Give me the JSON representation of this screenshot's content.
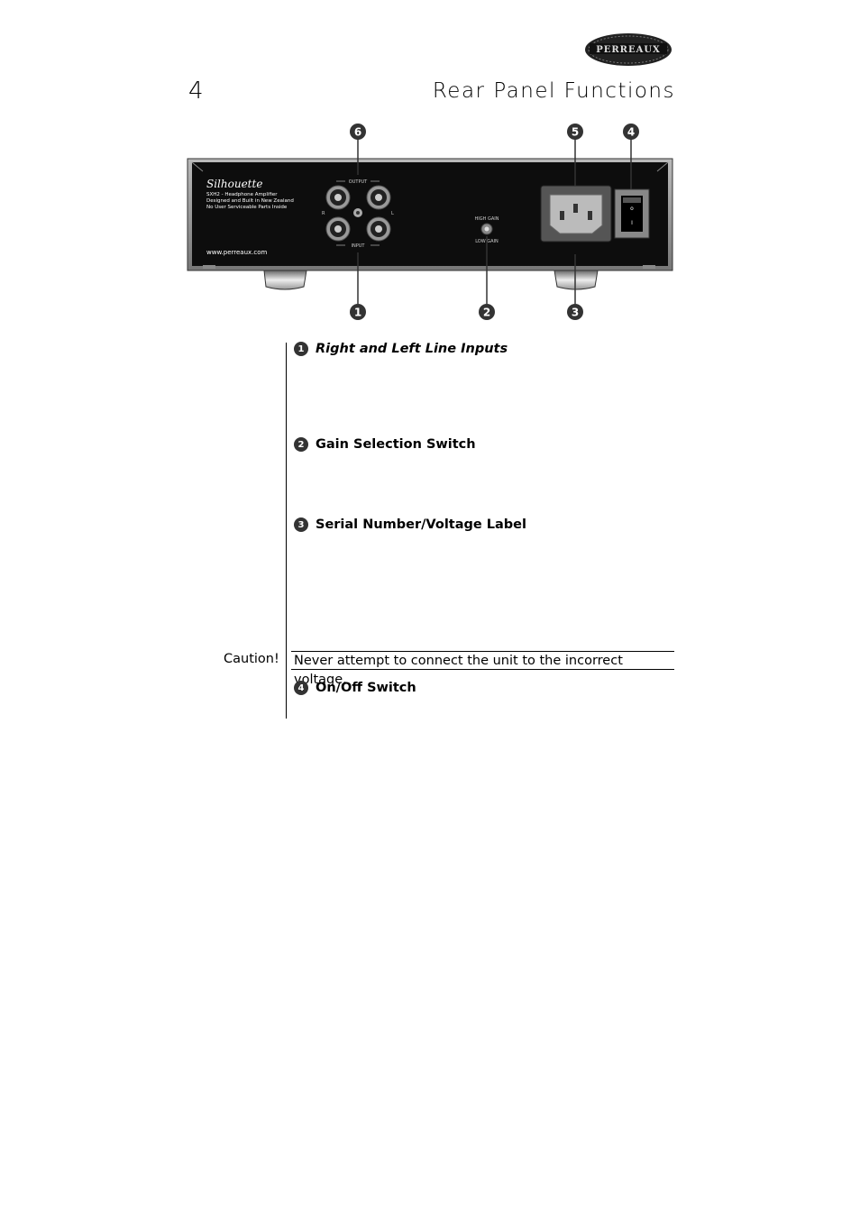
{
  "header": {
    "logo_text": "PERREAUX",
    "page_number": "4",
    "title": "Rear Panel Functions"
  },
  "figure": {
    "callouts": [
      "1",
      "2",
      "3",
      "4",
      "5",
      "6"
    ],
    "brand_script": "Silhouette",
    "model_line": "SXH2 - Headphone Amplifier",
    "made_line": "Designed and Built in New Zealand",
    "warning_line": "No User Serviceable Parts Inside",
    "website": "www.perreaux.com",
    "output_label": "OUTPUT",
    "input_label": "INPUT",
    "r_label": "R",
    "l_label": "L",
    "high_gain": "HIGH GAIN",
    "low_gain": "LOW GAIN",
    "switch_off": "o",
    "switch_on": "I"
  },
  "sections": [
    {
      "number": "1",
      "title": "Right and Left Line Inputs"
    },
    {
      "number": "2",
      "title": "Gain Selection Switch"
    },
    {
      "number": "3",
      "title": "Serial Number/Voltage Label"
    },
    {
      "number": "4",
      "title": "On/Off Switch"
    }
  ],
  "caution": {
    "label": "Caution!",
    "text": "Never attempt to connect the unit to the incorrect voltage."
  }
}
